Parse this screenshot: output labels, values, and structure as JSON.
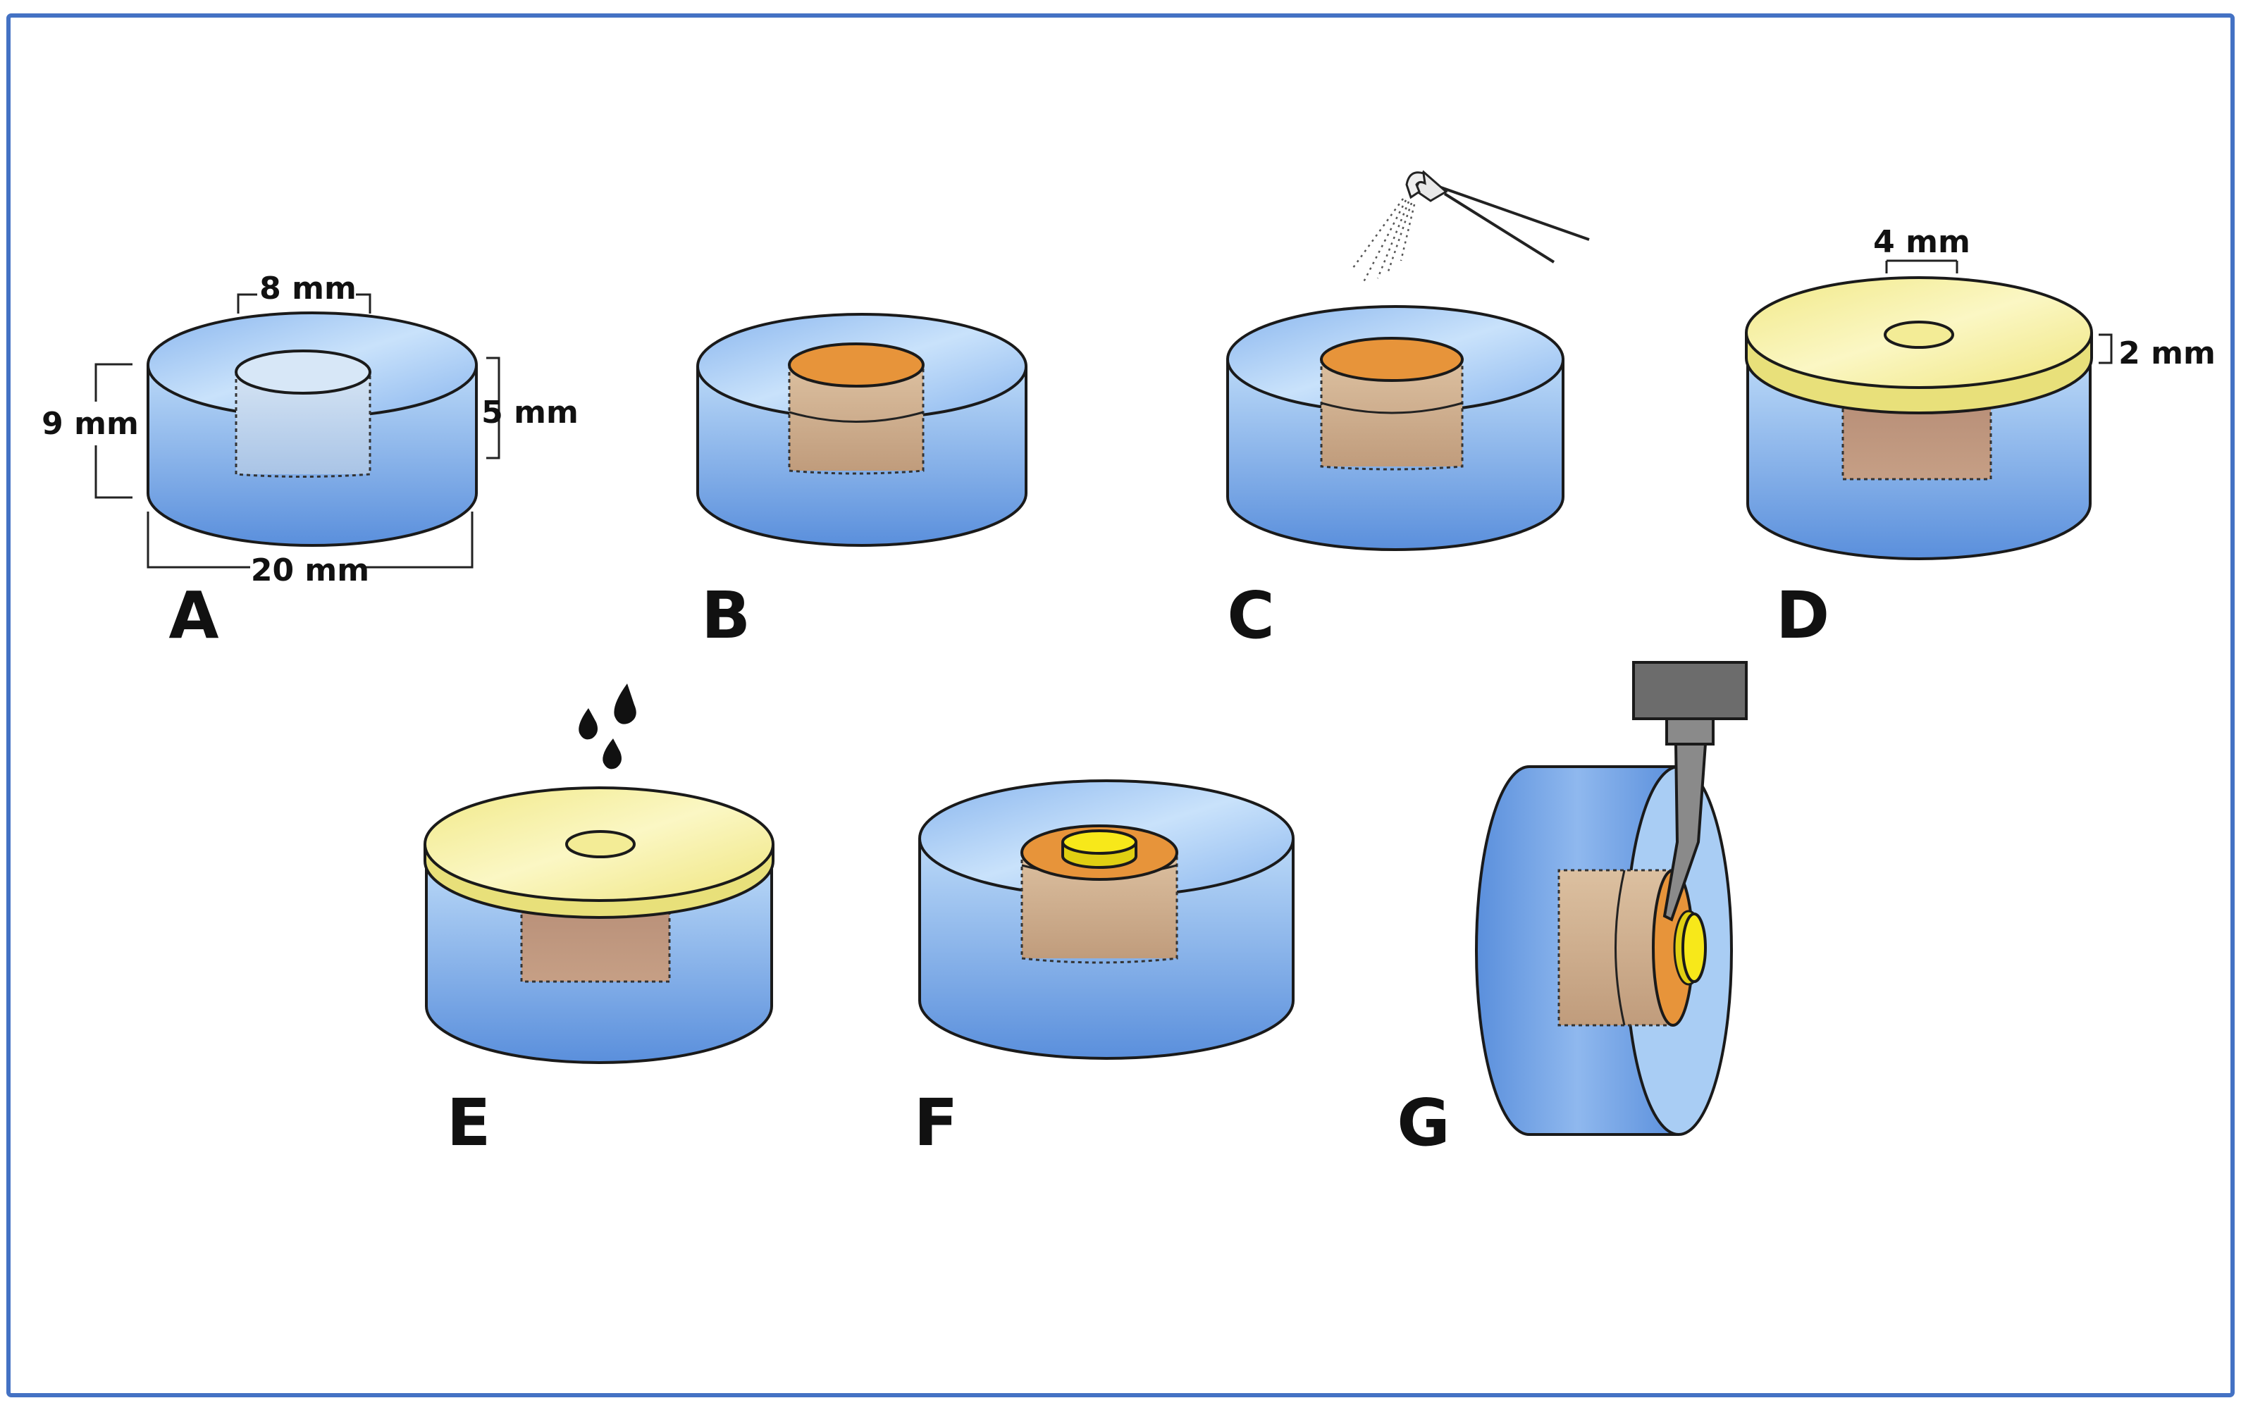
{
  "colors": {
    "frame": "#4472c4",
    "mold_blue_light": "#aed0f4",
    "mold_blue_dark": "#5a8fdc",
    "cavity_light": "#c8d8ec",
    "composite_tan": "#cfae8e",
    "composite_top": "#e7943a",
    "disc_yellow": "#f4ee92",
    "disc_yellow_edge": "#e4dc6a",
    "core_yellow": "#f4e418",
    "instrument_gray": "#6c6c6c"
  },
  "panels": {
    "A": {
      "label": "A",
      "dim_top": "8 mm",
      "dim_left": "9 mm",
      "dim_right": "5 mm",
      "dim_bottom": "20 mm"
    },
    "B": {
      "label": "B"
    },
    "C": {
      "label": "C"
    },
    "D": {
      "label": "D",
      "dim_top": "4 mm",
      "dim_right": "2 mm"
    },
    "E": {
      "label": "E"
    },
    "F": {
      "label": "F"
    },
    "G": {
      "label": "G"
    }
  }
}
